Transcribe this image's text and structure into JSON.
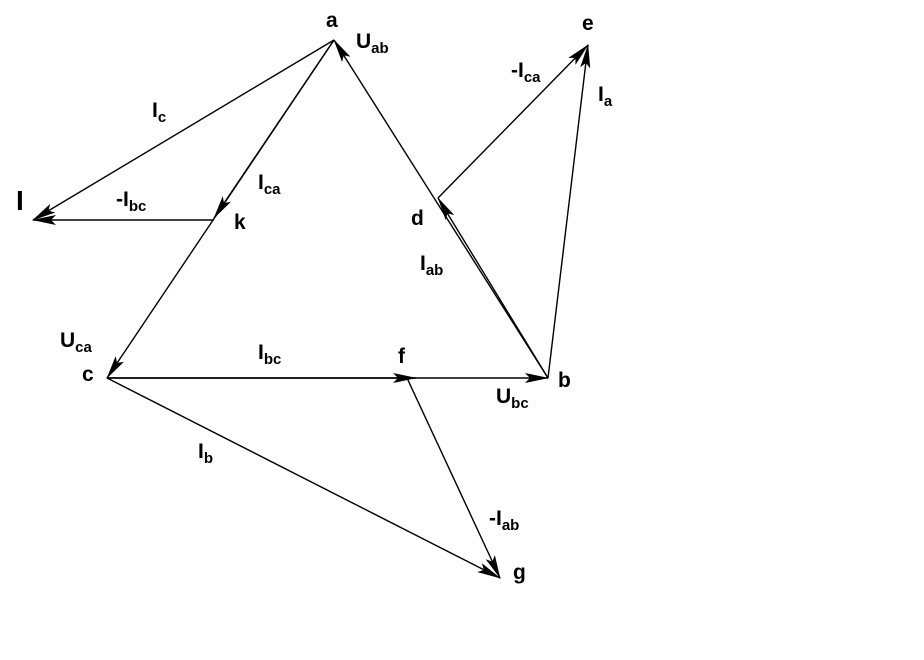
{
  "points": {
    "a": "a",
    "e": "e",
    "d": "d",
    "k": "k",
    "c": "c",
    "f": "f",
    "b": "b",
    "g": "g"
  },
  "labels": {
    "u_ab": {
      "main": "U",
      "sub": "ab"
    },
    "neg_ica": {
      "main": "-I",
      "sub": "ca"
    },
    "i_a": {
      "main": "I",
      "sub": "a"
    },
    "i_c": {
      "main": "I",
      "sub": "c"
    },
    "i_ca": {
      "main": "I",
      "sub": "ca"
    },
    "i_big": {
      "main": "I"
    },
    "neg_ibc": {
      "main": "-I",
      "sub": "bc"
    },
    "i_ab": {
      "main": "I",
      "sub": "ab"
    },
    "u_ca": {
      "main": "U",
      "sub": "ca"
    },
    "i_bc": {
      "main": "I",
      "sub": "bc"
    },
    "u_bc": {
      "main": "U",
      "sub": "bc"
    },
    "i_b": {
      "main": "I",
      "sub": "b"
    },
    "neg_iab": {
      "main": "-I",
      "sub": "ab"
    }
  },
  "colors": {
    "ink": "#000000",
    "background": "#ffffff"
  }
}
